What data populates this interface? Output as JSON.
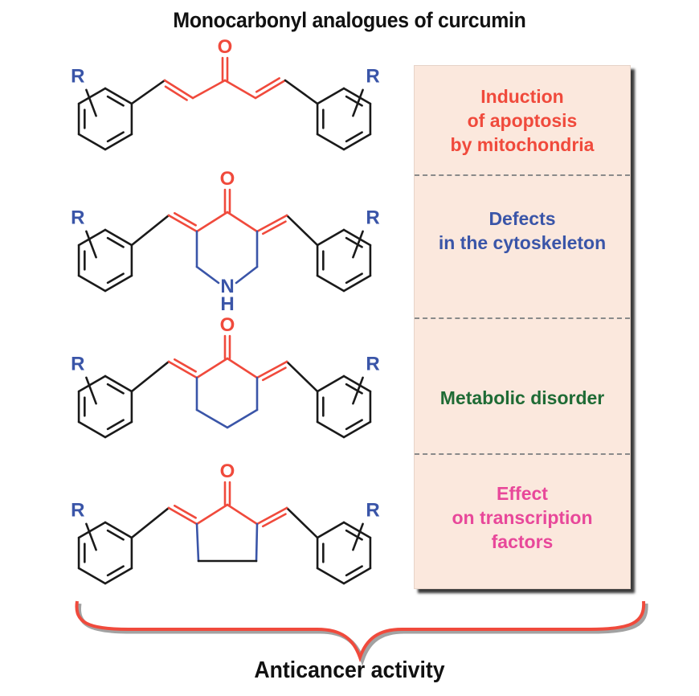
{
  "title": "Monocarbonyl analogues of curcumin",
  "footer": "Anticancer activity",
  "colors": {
    "red": "#f04a3c",
    "blue": "#3a55a8",
    "green": "#1f6b35",
    "pink": "#e8489a",
    "black": "#1a1a1a",
    "panel_bg": "#fbe8dd"
  },
  "structures": [
    {
      "name": "dienone",
      "core": "acyclic 1,4-pentadien-3-one",
      "substituent_label": "R",
      "carbonyl_label": "O"
    },
    {
      "name": "piperidinone",
      "core": "3,5-bis(benzylidene)-4-piperidinone",
      "substituent_label": "R",
      "carbonyl_label": "O",
      "heteroatom_labels": [
        "N",
        "H"
      ]
    },
    {
      "name": "cyclohexanone",
      "core": "2,6-bis(benzylidene)cyclohexanone",
      "substituent_label": "R",
      "carbonyl_label": "O"
    },
    {
      "name": "cyclopentanone",
      "core": "2,5-bis(benzylidene)cyclopentanone",
      "substituent_label": "R",
      "carbonyl_label": "O"
    }
  ],
  "activities": [
    {
      "lines": [
        "Induction",
        "of apoptosis",
        "by mitochondria"
      ],
      "color": "#f04a3c"
    },
    {
      "lines": [
        "Defects",
        "in the cytoskeleton"
      ],
      "color": "#3a55a8"
    },
    {
      "lines": [
        "Metabolic disorder"
      ],
      "color": "#1f6b35"
    },
    {
      "lines": [
        "Effect",
        "on transcription",
        "factors"
      ],
      "color": "#e8489a"
    }
  ]
}
